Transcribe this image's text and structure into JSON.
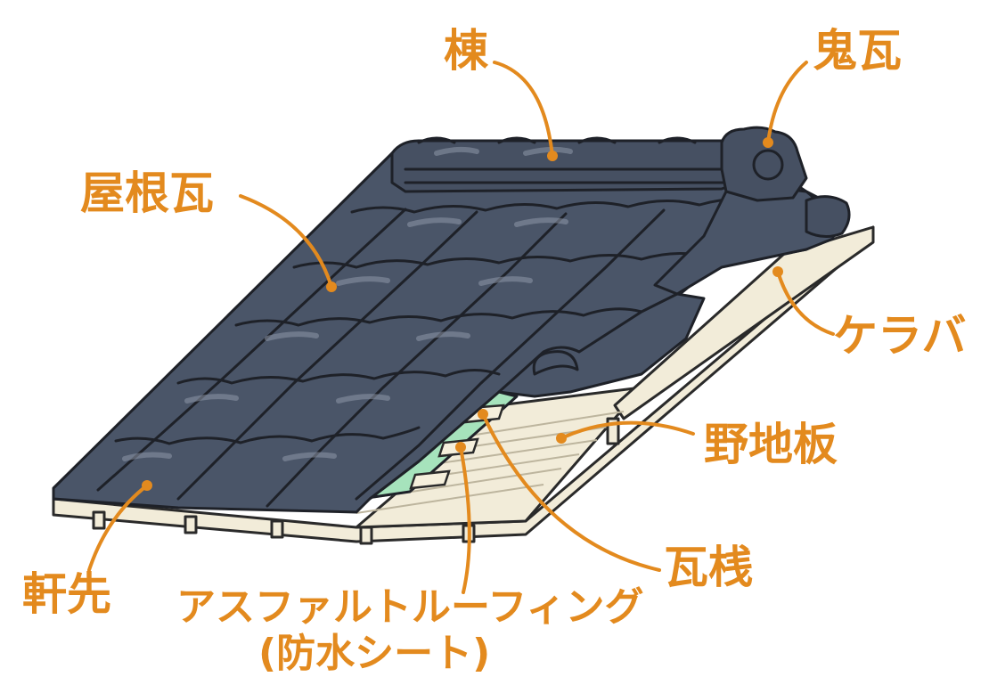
{
  "labels": {
    "mune": "棟",
    "onigawara": "鬼瓦",
    "yanegawara": "屋根瓦",
    "keraba": "ケラバ",
    "nojiita": "野地板",
    "kawarasan": "瓦桟",
    "nokisaki": "軒先",
    "asphalt_line1": "アスファルトルーフィング",
    "asphalt_line2": "(防水シート)"
  },
  "colors": {
    "label": "#E38A1E",
    "tile": "#4A5568",
    "underlayment": "#A6E3BC",
    "wood": "#F2ECD9"
  }
}
